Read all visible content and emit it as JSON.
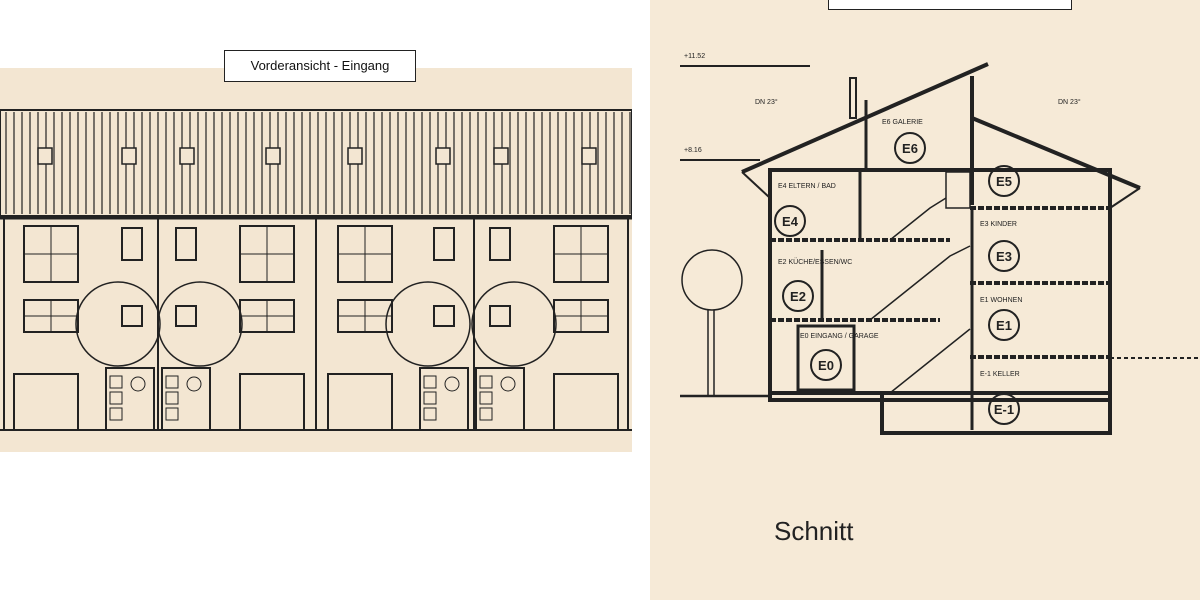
{
  "front_view": {
    "label": "Vorderansicht - Eingang"
  },
  "section_view": {
    "title": "Schnitt",
    "levels": [
      "+11.52",
      "+8.16"
    ],
    "roof_pitch": [
      "DN 23°",
      "DN 23°"
    ],
    "rooms": [
      {
        "id": "E6",
        "label": "E6 GALERIE"
      },
      {
        "id": "E5",
        "label": ""
      },
      {
        "id": "E4",
        "label": "E4 ELTERN / BAD"
      },
      {
        "id": "E3",
        "label": "E3 KINDER"
      },
      {
        "id": "E2",
        "label": "E2 KÜCHE/ESSEN/WC"
      },
      {
        "id": "E1",
        "label": "E1 WOHNEN"
      },
      {
        "id": "E0",
        "label": "E0 EINGANG / GARAGE"
      },
      {
        "id": "E-1",
        "label": "E-1 KELLER"
      }
    ]
  },
  "colors": {
    "paper": "#f3e6d2",
    "ink": "#222222"
  }
}
